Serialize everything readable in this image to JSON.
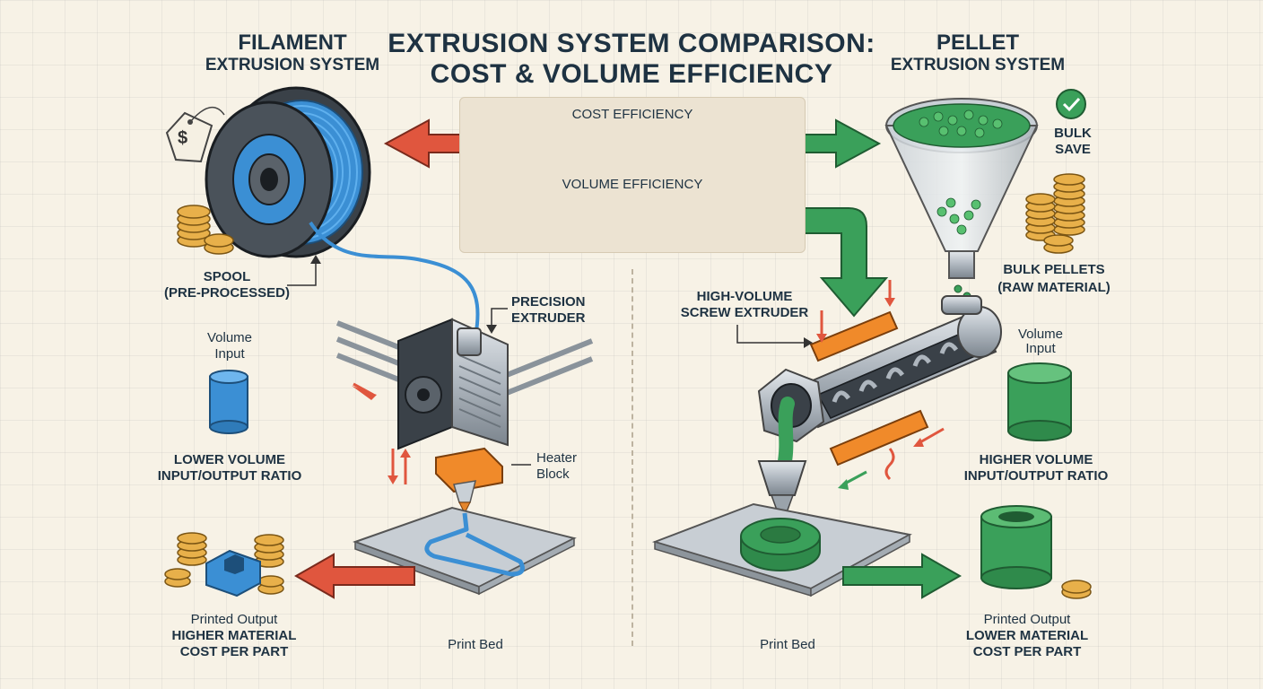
{
  "title": {
    "line1": "EXTRUSION SYSTEM COMPARISON:",
    "line2": "COST & VOLUME EFFICIENCY"
  },
  "filament": {
    "heading_line1": "FILAMENT",
    "heading_line2": "EXTRUSION SYSTEM",
    "price_tag_symbol": "$",
    "spool_label_line1": "SPOOL",
    "spool_label_line2": "(PRE-PROCESSED)",
    "extruder_label_line1": "PRECISION",
    "extruder_label_line2": "EXTRUDER",
    "heater_label_line1": "Heater",
    "heater_label_line2": "Block",
    "volume_input_line1": "Volume",
    "volume_input_line2": "Input",
    "ratio_line1": "LOWER VOLUME",
    "ratio_line2": "INPUT/OUTPUT RATIO",
    "output_line1": "Printed Output",
    "output_line2": "HIGHER MATERIAL",
    "output_line3": "COST PER PART",
    "bed_label": "Print Bed"
  },
  "pellet": {
    "heading_line1": "PELLET",
    "heading_line2": "EXTRUSION SYSTEM",
    "bulk_save_line1": "BULK",
    "bulk_save_line2": "SAVE",
    "bulk_pellets_line1": "BULK PELLETS",
    "bulk_pellets_line2": "(RAW MATERIAL)",
    "screw_label_line1": "HIGH-VOLUME",
    "screw_label_line2": "SCREW EXTRUDER",
    "volume_input_line1": "Volume",
    "volume_input_line2": "Input",
    "ratio_line1": "HIGHER VOLUME",
    "ratio_line2": "INPUT/OUTPUT RATIO",
    "output_line1": "Printed Output",
    "output_line2": "LOWER MATERIAL",
    "output_line3": "COST PER PART",
    "bed_label": "Print Bed"
  },
  "scales": {
    "cost_label": "COST EFFICIENCY",
    "volume_label": "VOLUME EFFICIENCY",
    "cost_icon": "gear-icon",
    "volume_icon": "droplet-icon",
    "volume_left_icon": "small-cube-icon",
    "volume_right_icon": "large-cube-icon"
  },
  "colors": {
    "filament_blue": "#3b8fd4",
    "pellet_green": "#3aa05a",
    "scale_red": "#d9453b",
    "scale_orange": "#f0883a",
    "scale_yellow": "#e7c53f",
    "scale_green": "#4fb060",
    "coin_gold": "#e8b04a",
    "heater_orange": "#f08a2a",
    "arrow_red": "#e0563e",
    "arrow_green": "#3aa05a"
  }
}
